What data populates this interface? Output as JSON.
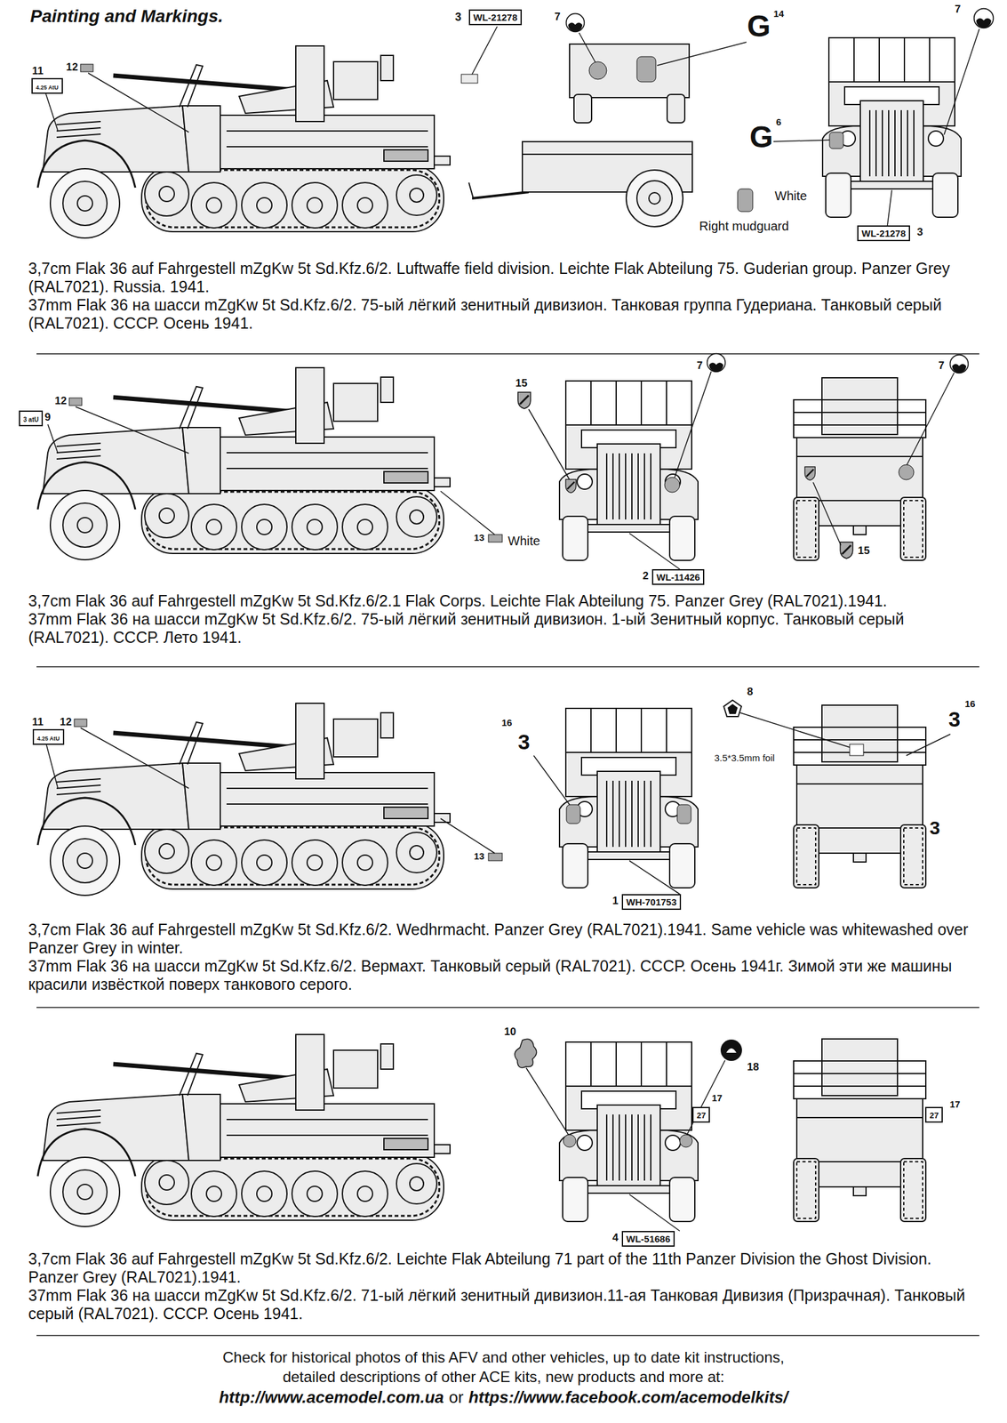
{
  "diagram": {
    "title": "Painting and Markings.",
    "nodes": [
      {
        "text": [
          "WL-21278"
        ]
      },
      {
        "text": [
          "4.25 AtU"
        ]
      },
      {
        "text": [
          "WL-21278"
        ]
      },
      {
        "text": [
          "3 atU"
        ]
      },
      {
        "text": [
          "WL-11426"
        ]
      },
      {
        "text": [
          "4.25 AtU"
        ]
      },
      {
        "text": [
          "WH-701753"
        ]
      },
      {
        "text": [
          "27"
        ]
      },
      {
        "text": [
          "27"
        ]
      },
      {
        "text": [
          "WL-51686"
        ]
      }
    ],
    "labels": [
      "11",
      "12",
      "3",
      "7",
      "G",
      "14",
      "7",
      "G",
      "6",
      "White",
      "Right mudguard",
      "3",
      "3,7cm Flak 36 auf Fahrgestell mZgKw 5t Sd.Kfz.6/2. Luftwaffe field division. Leichte Flak Abteilung 75. Guderian group. Panzer Grey (RAL7021). Russia. 1941.",
      "37mm Flak 36 на шасси mZgKw 5t Sd.Kfz.6/2. 75-ый лёгкий зенитный дивизион. Танковая группа Гудериана. Танковый серый (RAL7021). СССР. Осень 1941.",
      "9",
      "12",
      "15",
      "7",
      "7",
      "White",
      "13",
      "2",
      "15",
      "3,7cm Flak 36 auf Fahrgestell mZgKw 5t Sd.Kfz.6/2.1 Flak Corps. Leichte Flak Abteilung 75. Panzer Grey (RAL7021).1941.",
      "37mm Flak 36 на шасси mZgKw 5t Sd.Kfz.6/2. 75-ый лёгкий зенитный дивизион. 1-ый Зенитный корпус. Танковый серый (RAL7021). СССР. Лето 1941.",
      "11",
      "12",
      "16",
      "3",
      "8",
      "3.5*3.5mm foil",
      "16",
      "3",
      "3",
      "13",
      "1",
      "3,7cm Flak 36 auf Fahrgestell mZgKw 5t Sd.Kfz.6/2. Wedhrmacht. Panzer Grey (RAL7021).1941. Same vehicle was whitewashed over Panzer Grey in winter.",
      "37mm Flak 36 на шасси mZgKw 5t Sd.Kfz.6/2. Вермахт. Танковый серый (RAL7021). СССР. Осень 1941г. Зимой эти же машины красили извёсткой поверх танкового серого.",
      "10",
      "18",
      "17",
      "17",
      "4",
      "3,7cm Flak 36 auf Fahrgestell mZgKw 5t Sd.Kfz.6/2. Leichte Flak Abteilung 71 part of the 11th Panzer Division the Ghost Division. Panzer Grey (RAL7021).1941.",
      "37mm Flak 36 на шасси mZgKw 5t Sd.Kfz.6/2. 71-ый лёгкий зенитный дивизион.11-ая Танковая Дивизия (Призрачная). Танковый серый (RAL7021). СССР. Осень 1941.",
      "Check for historical photos of this AFV and  other vehicles, up to date kit instructions,",
      "detailed descriptions of other ACE kits, new products and more at:",
      "http://www.acemodel.com.ua",
      "or",
      "https://www.facebook.com/acemodelkits/"
    ]
  }
}
